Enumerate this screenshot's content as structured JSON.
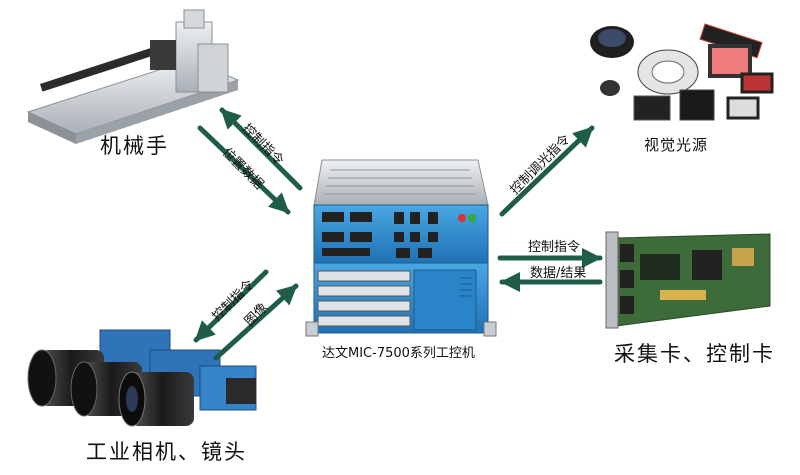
{
  "nodes": {
    "robot_arm": "机械手",
    "light_source": "视觉光源",
    "industrial_pc": "达文MIC-7500系列工控机",
    "capture_card": "采集卡、控制卡",
    "camera": "工业相机、镜头"
  },
  "edges": {
    "to_robot_command": "控制指令",
    "from_robot_position": "位置数据",
    "to_light_command": "控制调光指令",
    "to_card_command": "控制指令",
    "from_card_result": "数据/结果",
    "to_camera_command": "控制指令",
    "from_camera_image": "图像"
  },
  "colors": {
    "arrow": "#1f5c4a",
    "chassis_blue": "#2e8fd0",
    "chassis_silver": "#c9ced3",
    "card_green": "#3e6b3a"
  }
}
